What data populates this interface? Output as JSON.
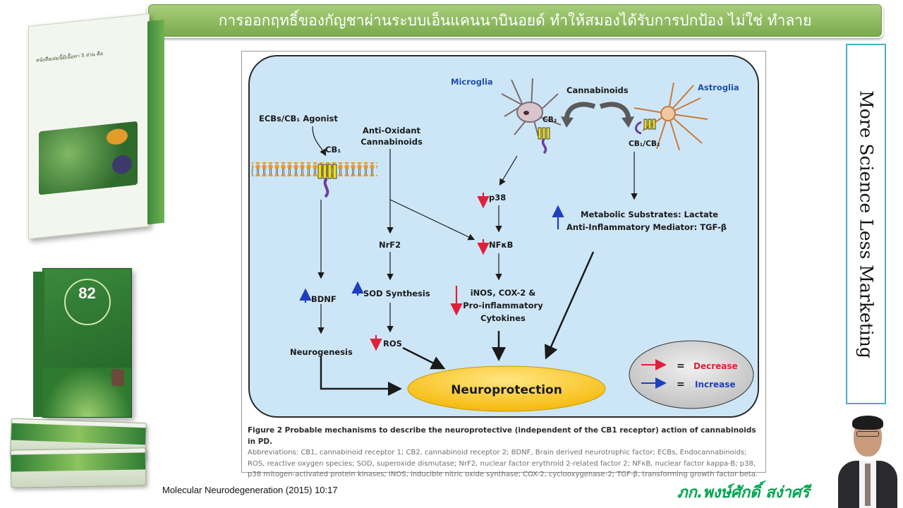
{
  "banner": {
    "title": "การออกฤทธิ์ของกัญชาผ่านระบบเอ็นแคนนาบินอยด์ ทำให้สมองได้รับการปกป้อง ไม่ใช่ ทำลาย"
  },
  "sidebar": {
    "vertical_text": "More Science Less Marketing"
  },
  "books": {
    "book1_heading": "หนังสือเล่มนี้มีเนื้อหา 5 ส่วน คือ",
    "book2_number": "82"
  },
  "figure": {
    "labels": {
      "microglia": "Microglia",
      "astroglia": "Astroglia",
      "cannabinoids": "Cannabinoids",
      "ecbs_agonist": "ECBs/CB₁ Agonist",
      "cb1": "CB₁",
      "cb2": "CB₂",
      "cb1_cb2": "CB₁/CB₂",
      "anti_oxidant": "Anti-Oxidant",
      "anti_oxidant_2": "Cannabinoids",
      "p38": "p38",
      "nfkb": "NFκB",
      "nrf2": "NrF2",
      "bdnf": "BDNF",
      "sod": "SOD Synthesis",
      "inos_1": "iNOS, COX-2 &",
      "inos_2": "Pro-inflammatory",
      "inos_3": "Cytokines",
      "metabolic": "Metabolic Substrates: Lactate",
      "anti_inflammatory": "Anti-Inflammatory Mediator: TGF-β",
      "neurogenesis": "Neurogenesis",
      "ros": "ROS",
      "neuroprotection": "Neuroprotection"
    },
    "legend": {
      "decrease": "Decrease",
      "increase": "Increase",
      "eq": "="
    },
    "colors": {
      "increase": "#1f3fbf",
      "decrease": "#e0203a",
      "panel": "#cfe8f8",
      "title_blue": "#1f4fa8"
    },
    "caption_title": "Figure 2 Probable mechanisms to describe the neuroprotective (independent of the CB1 receptor) action of cannabinoids in PD.",
    "caption_body": "Abbreviations: CB1, cannabinoid receptor 1; CB2, cannabinoid receptor 2; BDNF, Brain derived neurotrophic factor; ECBs, Endocannabinoids; ROS, reactive oxygen species; SOD, superoxide dismutase; NrF2, nuclear factor erythroid 2-related factor 2; NFκB, nuclear factor kappa-B; p38, p38 mitogen-activated protein kinases; iNOS, inducible nitric oxide synthase; COX-2, cyclooxygenase-2; TGF-β, transforming growth factor beta."
  },
  "footer": {
    "citation": "Molecular Neurodegeneration (2015) 10:17",
    "author": "ภก.พงษ์ศักดิ์ สง่าศรี"
  }
}
